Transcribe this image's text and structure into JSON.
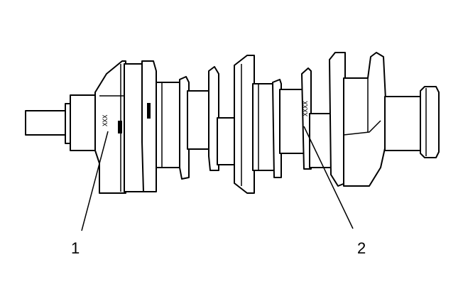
{
  "figure": {
    "stamp_marks": {
      "mark_1": "XXX",
      "mark_2": "XXXX"
    },
    "callouts": [
      {
        "label": "1"
      },
      {
        "label": "2"
      }
    ]
  }
}
